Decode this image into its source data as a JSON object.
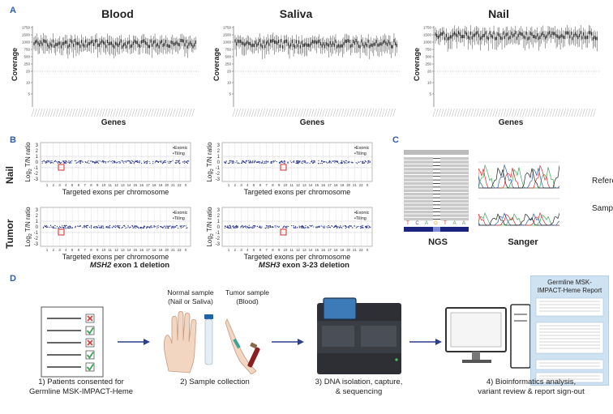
{
  "panelA": {
    "letter": "A",
    "titles": [
      "Blood",
      "Saliva",
      "Nail"
    ],
    "ylabel": "Coverage",
    "xlabel": "Genes",
    "yticks": [
      "1750",
      "1500",
      "1000",
      "750",
      "500",
      "250",
      "20",
      "10",
      "5"
    ]
  },
  "panelB": {
    "letter": "B",
    "row_labels": [
      "Nail",
      "Tumor"
    ],
    "ylabel": "Log2 T/N ratio",
    "ylabel_main": "Log",
    "ylabel_sub": "2",
    "ylabel_rest": " T/N ratio",
    "xlabel": "Targeted exons per chromosome",
    "yticks": [
      "3",
      "2",
      "1",
      "0",
      "-1",
      "-2",
      "-3"
    ],
    "legend": [
      "Exonic",
      "Tiling"
    ],
    "chrom_ticks": [
      "1",
      "2",
      "3",
      "4",
      "5",
      "6",
      "7",
      "8",
      "9",
      "10",
      "11",
      "12",
      "13",
      "14",
      "15",
      "16",
      "17",
      "18",
      "19",
      "20",
      "21",
      "22",
      "X"
    ],
    "captions": [
      {
        "gene": "MSH2",
        "rest": " exon 1 deletion"
      },
      {
        "gene": "MSH3",
        "rest": " exon 3-23 deletion"
      }
    ]
  },
  "panelC": {
    "letter": "C",
    "ngs_label": "NGS",
    "sanger_label": "Sanger",
    "reference_label": "Reference",
    "sample_label": "Sample",
    "bases": [
      "T",
      "C",
      "A",
      "G",
      "T",
      "A",
      "A"
    ]
  },
  "panelD": {
    "letter": "D",
    "step1": "1) Patients consented for\nGermline MSK-IMPACT-Heme",
    "step2": "2) Sample collection",
    "step3": "3) DNA isolation, capture,\n& sequencing",
    "step4": "4) Bioinformatics analysis,\nvariant review & report sign-out",
    "normal_sample": "Normal sample\n(Nail or Saliva)",
    "tumor_sample": "Tumor sample\n(Blood)",
    "report_title": "Germline MSK-\nIMPACT-Heme Report",
    "colors": {
      "check": "#3aa655",
      "cross": "#d63a3a",
      "arrow": "#2b3f8f",
      "report": "#cfe2f2"
    }
  }
}
